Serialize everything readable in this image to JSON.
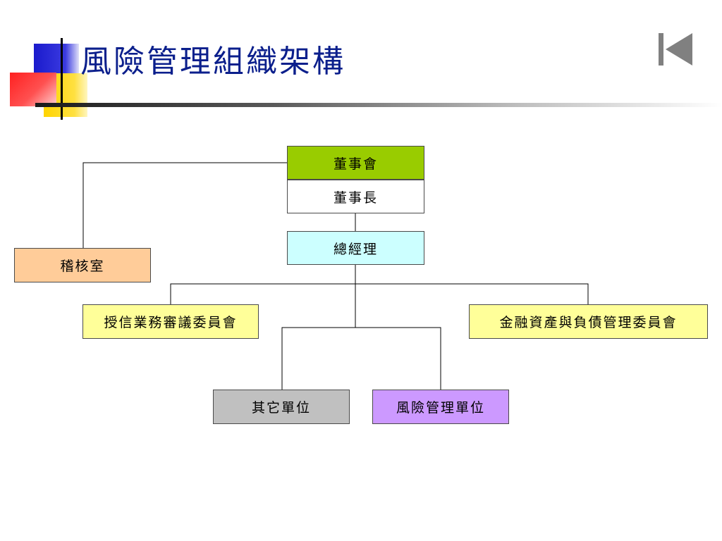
{
  "slide": {
    "title": "風險管理組織架構"
  },
  "nav": {
    "icon": "skip-to-start-icon"
  },
  "colors": {
    "title": "#0b1f8c",
    "board": "#99cc00",
    "chairman": "#ffffff",
    "gm": "#ccffff",
    "audit": "#ffcc99",
    "committee": "#ffff99",
    "other_units": "#c0c0c0",
    "risk_unit": "#cc99ff"
  },
  "org": {
    "board": "董事會",
    "chairman": "董事長",
    "general_manager": "總經理",
    "audit_office": "稽核室",
    "credit_committee": "授信業務審議委員會",
    "alm_committee": "金融資產與負債管理委員會",
    "other_units": "其它單位",
    "risk_unit": "風險管理單位"
  }
}
